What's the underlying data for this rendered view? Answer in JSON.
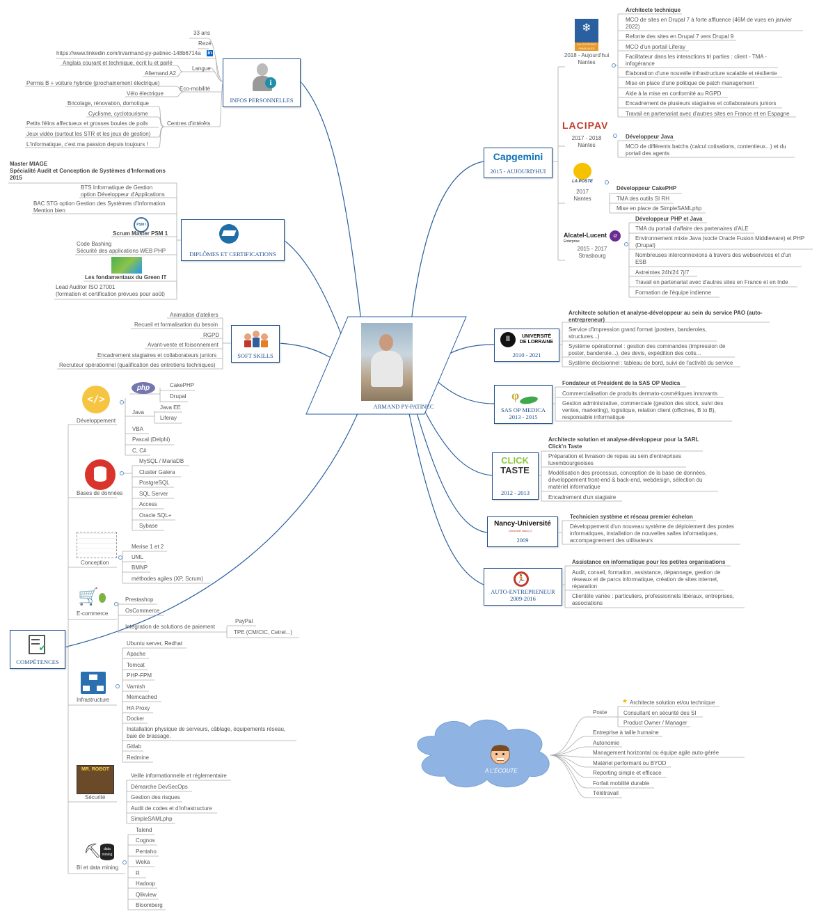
{
  "center": {
    "name": "ARMAND PY-PATINEC"
  },
  "infos": {
    "title": "INFOS PERSONNELLES",
    "age": "33 ans",
    "city": "Rezé",
    "linkedin": "https://www.linkedin.com/in/armand-py-patinec-148b6714a",
    "langue_label": "Langue",
    "langue_items": [
      "Anglais courant et technique, écrit lu et parlé",
      "Allemand A2"
    ],
    "eco_label": "Eco-mobilité",
    "eco_items": [
      "Permis B + voiture hybride (prochainement électrique)",
      "Vélo électrique"
    ],
    "interets_label": "Centres d'intérêts",
    "interets_items": [
      "Bricolage, rénovation, domotique",
      "Cyclisme, cyclotourisme",
      "Petits félins affectueux et grosses boules de poils",
      "Jeux vidéo (surtout les STR et les jeux de gestion)",
      "L'informatique, c'est ma passion depuis toujours !"
    ]
  },
  "diplomes": {
    "title": "DIPLÔMES ET CERTIFICATIONS",
    "master": "Master MIAGE\nSpécialité Audit et Conception de Systèmes d'Informations\n2015",
    "bts": "BTS Informatique de Gestion\noption Développeur d'Applications",
    "bac": "BAC STG option Gestion des Systèmes d'Information\nMention bien",
    "psm_badge": "PSM I",
    "scrum": "Scrum Master PSM 1",
    "bashing": "Code Bashing\nSécurité des applications WEB PHP",
    "green": "Les fondamentaux du Green IT",
    "lead": "Lead Auditor ISO 27001\n(formation et certification prévues pour août)"
  },
  "soft": {
    "title": "SOFT SKILLS",
    "items": [
      "Animation d'ateliers",
      "Recueil et formalisation du besoin",
      "RGPD",
      "Avant-vente et foisonnement",
      "Encadrement stagiaires et collaborateurs juniors",
      "Recruteur opérationnel (qualification des entretiens techniques)"
    ]
  },
  "competences": {
    "title": "COMPÉTENCES",
    "dev_label": "Développement",
    "php_logo": "php",
    "php_items": [
      "CakePHP",
      "Drupal"
    ],
    "java_label": "Java",
    "java_items": [
      "Java EE",
      "Liferay"
    ],
    "dev_items": [
      "VBA",
      "Pascal (Delphi)",
      "C, C#"
    ],
    "bdd_label": "Bases de données",
    "bdd_items": [
      "MySQL / MariaDB",
      "Cluster Galera",
      "PostgreSQL",
      "SQL Server",
      "Access",
      "Oracle SQL+",
      "Sybase"
    ],
    "conception_label": "Conception",
    "conception_items": [
      "Merise 1 et 2",
      "UML",
      "BMNP",
      "méthodes agiles (XP, Scrum)"
    ],
    "ecom_label": "E-commerce",
    "ecom_items": [
      "Prestashop",
      "OsCommerce"
    ],
    "paiement_label": "Intégration de solutions de paiement",
    "paiement_items": [
      "PayPal",
      "TPE (CM/CIC, Cetrel...)"
    ],
    "infra_label": "Infrastructure",
    "infra_items": [
      "Ubuntu server, Redhat",
      "Apache",
      "Tomcat",
      "PHP-FPM",
      "Varnish",
      "Memcached",
      "HA Proxy",
      "Docker",
      "Installation physique de serveurs, câblage, équipements réseau,\nbaie de brassage.",
      "Gitlab",
      "Redmine"
    ],
    "secu_label": "Sécurité",
    "secu_logo": "MR. ROBOT",
    "secu_items": [
      "Veille informationnelle et réglementaire",
      "Démarche DevSecOps",
      "Gestion des risques",
      "Audit de codes et d'infrastructure",
      "SimpleSAMLphp"
    ],
    "bi_label": "BI et data mining",
    "bi_logo": "data mining",
    "bi_items": [
      "Talend",
      "Cognos",
      "Pentaho",
      "Weka",
      "R",
      "Hadoop",
      "Qlikview",
      "Bloomberg"
    ]
  },
  "capgemini": {
    "logo": "Capgemini",
    "title": "2015 - AUJOURD'HUI",
    "caf_logo": "ALLOCATIONS FAMILIALES Caisse nationale",
    "caf_period": "2018 - Aujourd'hui\nNantes",
    "caf_role": "Architecte technique",
    "caf_items": [
      "MCO de sites en Drupal 7 à forte affluence (46M de vues en janvier 2022)",
      "Refonte des sites en Drupal 7 vers Drupal 9",
      "MCO d'un portail Liferay",
      "Facilitateur dans les interactions tri parties : client - TMA - infogérance",
      "Élaboration d'une nouvelle infrastructure scalable et résiliente",
      "Mise en place d'une politique de patch management",
      "Aide à la mise en conformité au RGPD",
      "Encadrement de plusieurs stagiaires et collaborateurs juniors",
      "Travail en partenariat avec d'autres sites en France et en Espagne"
    ],
    "cipav_logo": "LACIPAV",
    "cipav_period": "2017 - 2018\nNantes",
    "cipav_role": "Développeur Java",
    "cipav_items": [
      "MCO de différents batchs (calcul cotisations, contentieux...) et du portail des agents"
    ],
    "poste_logo": "LA POSTE",
    "poste_period": "2017\nNantes",
    "poste_role": "Développeur CakePHP",
    "poste_items": [
      "TMA des outils SI RH",
      "Mise en place de SimpleSAMLphp"
    ],
    "alu_logo": "Alcatel-Lucent",
    "alu_sub": "Enterprise",
    "alu_period": "2015 - 2017\nStrasbourg",
    "alu_role": "Développeur PHP et Java",
    "alu_items": [
      "TMA du portail d'affaire des partenaires d'ALE",
      "Environnement mixte Java (socle Oracle Fusion Middleware) et PHP (Drupal)",
      "Nombreuses interconnexions à travers des webservices et d'un ESB",
      "Astreintes 24h/24 7j/7",
      "Travail en partenariat avec d'autres sites en France et en Inde",
      "Formation de l'équipe indienne"
    ]
  },
  "lorraine": {
    "logo": "UNIVERSITÉ DE LORRAINE",
    "title": "2010 - 2021",
    "role": "Architecte solution et analyse-développeur au sein du service PAO (auto-entrepreneur)",
    "items": [
      "Service d'impression grand format (posters, banderoles, structures...)",
      "Système opérationnel : gestion des commandes (impression de poster, banderole...), des devis, expédition des colis...",
      "Système décisionnel : tableau de bord, suivi de l'activité du service"
    ]
  },
  "opmedica": {
    "title": "SAS OP MEDICA\n2013 - 2015",
    "role": "Fondateur et Président de la SAS OP Medica",
    "items": [
      "Commercialisation de produits dermato-cosmétiques innovants",
      "Gestion administrative, commerciale (gestion des stock, suivi des ventes, marketing), logistique, relation client (officines, B to B), responsable informatique"
    ]
  },
  "clicktaste": {
    "logo": "CLICK TASTE",
    "title": "2012 - 2013",
    "role": "Architecte solution et analyse-développeur pour la SARL\nClick'n Taste",
    "items": [
      "Préparation et livraison de repas au sein d'entreprises luxembourgeoises",
      "Modélisation des processus, conception de  la base de données, développement front-end & back-end, webdesign, sélection du matériel informatique",
      "Encadrement d'un stagiaire"
    ]
  },
  "nancy": {
    "logo": "Nancy-Université",
    "logo_sub": "Université Nancy 2",
    "title": "2009",
    "role": "Technicien système et réseau premier échelon",
    "items": [
      "Développement d'un nouveau système de déploiement des postes informatiques, installation de nouvelles salles informatiques, accompagnement des utilisateurs"
    ]
  },
  "autoentre": {
    "title": "AUTO-ENTREPRENEUR\n2009-2016",
    "role": "Assistance en informatique pour les petites organisations",
    "items": [
      "Audit, conseil, formation, assistance, dépannage, gestion de réseaux et de parcs informatique, création de sites internet, réparation",
      "Clientèle variée : particuliers, professionnels libéraux, entreprises, associations"
    ]
  },
  "ecoute": {
    "title": "A L'ÉCOUTE",
    "poste_label": "Poste",
    "poste_items": [
      "Architecte solution et/ou technique",
      "Consultant en sécurité des SI",
      "Product Owner / Manager"
    ],
    "items": [
      "Entreprise à taille humaine",
      "Autonomie",
      "Management horizontal ou équipe agile auto-gérée",
      "Matériel performant ou BYOD",
      "Reporting simple et efficace",
      "Forfait mobilité durable",
      "Télétravail"
    ]
  },
  "colors": {
    "main": "#1f4e8c",
    "line": "#2a5fa0",
    "cloud": "#8fb4e3"
  }
}
